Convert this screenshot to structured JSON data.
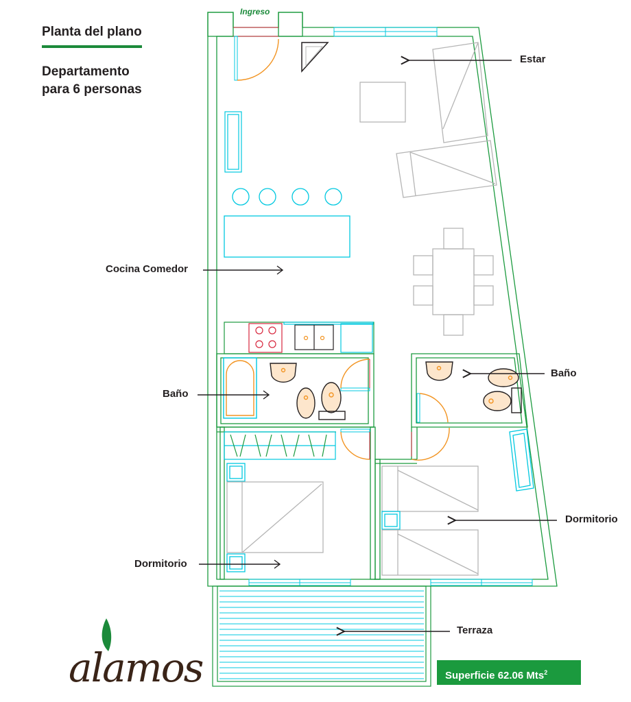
{
  "header": {
    "title": "Planta del plano",
    "subtitle_line1": "Departamento",
    "subtitle_line2": "para 6 personas"
  },
  "entry_label": "Ingreso",
  "rooms": {
    "estar": "Estar",
    "cocina_comedor": "Cocina Comedor",
    "bano_left": "Baño",
    "bano_right": "Baño",
    "dormitorio_left": "Dormitorio",
    "dormitorio_right": "Dormitorio",
    "terraza": "Terraza"
  },
  "area": {
    "label": "Superficie 62.06 Mts",
    "superscript": "2"
  },
  "logo": {
    "text": "alamos"
  },
  "colors": {
    "wall": "#1b9a3e",
    "fixture": "#00c8e0",
    "door": "#f29422",
    "furniture": "#b5b5b5",
    "text": "#231f20",
    "stove": "#d7263d"
  }
}
